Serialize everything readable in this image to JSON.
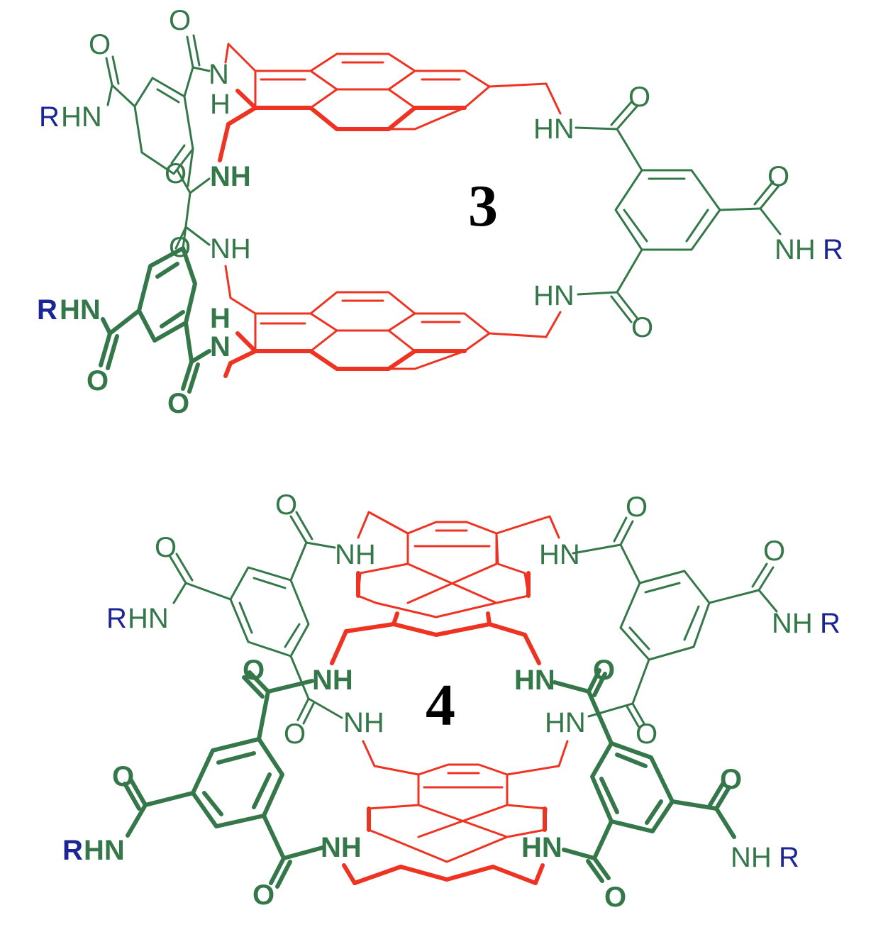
{
  "compounds": {
    "top": {
      "number": "3"
    },
    "bottom": {
      "number": "4"
    }
  },
  "atom_labels": {
    "O": "O",
    "NH": "NH",
    "HN": "HN",
    "H": "H",
    "N": "N",
    "R": "R",
    "RHN_tail": "HN",
    "NHR_head": "NH"
  },
  "colors": {
    "isophthalamide": "#34784a",
    "pyrene": "#ee3323",
    "substituent_R": "#1c2596",
    "compound_number": "#000000"
  }
}
